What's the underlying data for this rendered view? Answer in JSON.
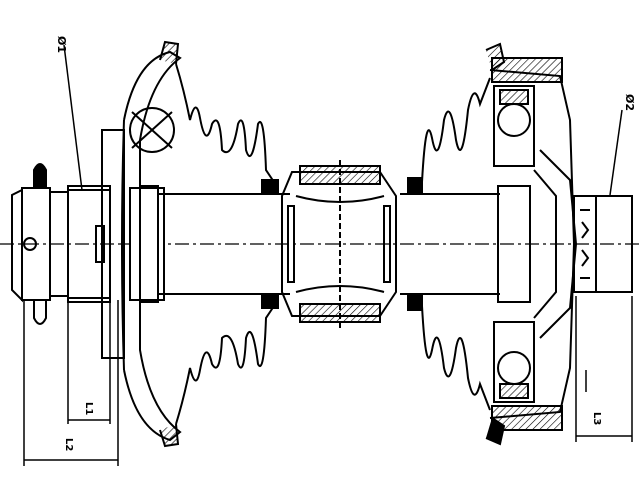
{
  "labels": {
    "left_top": "Ø1",
    "right_top": "Ø2",
    "dim_small_left": "L1",
    "dim_large_left": "L2",
    "dim_right": "L3"
  },
  "colors": {
    "line": "#000000",
    "hatch": "#000000",
    "background": "#ffffff"
  }
}
